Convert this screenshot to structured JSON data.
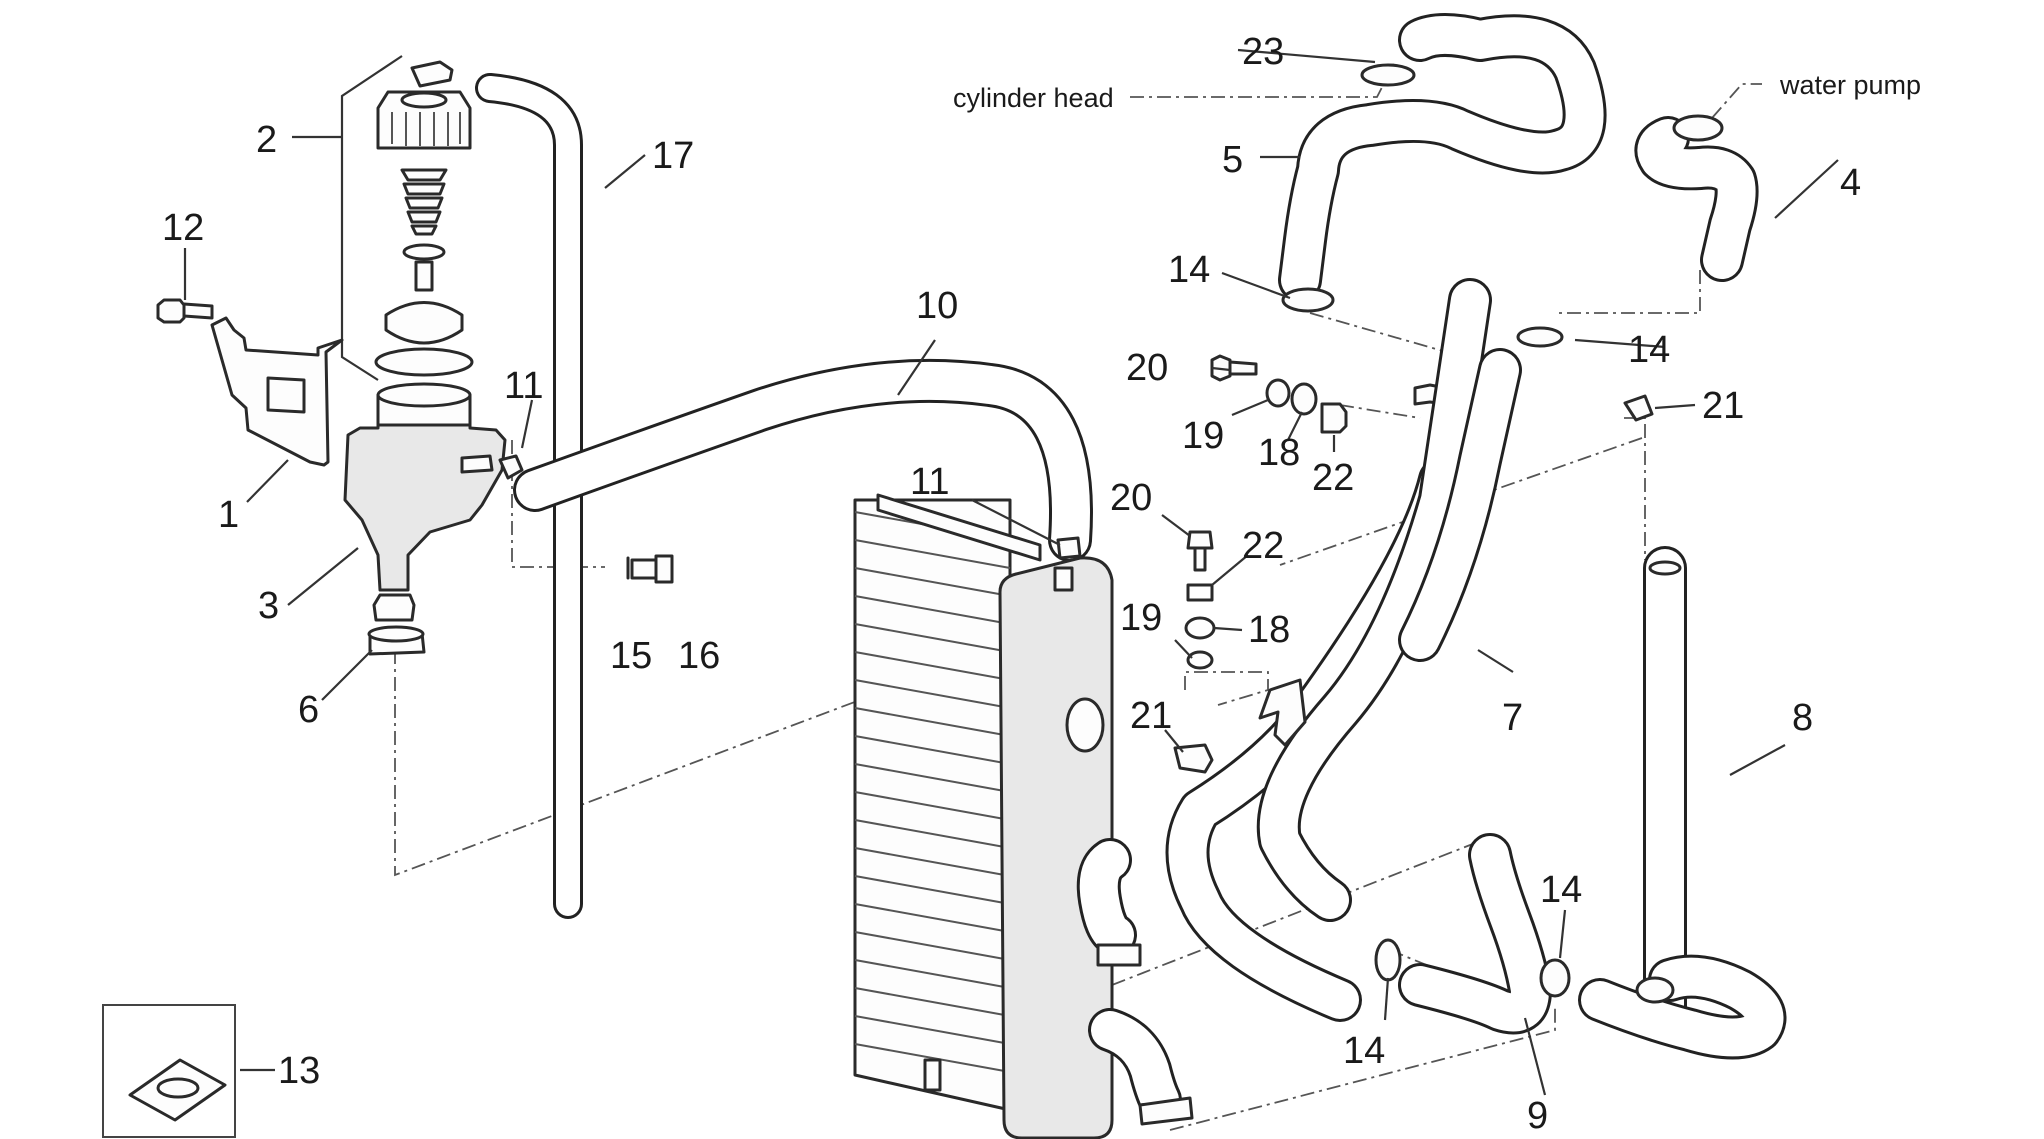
{
  "annotations": {
    "cylinder_head": "cylinder head",
    "water_pump": "water pump"
  },
  "callouts": [
    {
      "id": "c1",
      "label": "1"
    },
    {
      "id": "c2",
      "label": "2"
    },
    {
      "id": "c3",
      "label": "3"
    },
    {
      "id": "c4",
      "label": "4"
    },
    {
      "id": "c5",
      "label": "5"
    },
    {
      "id": "c6",
      "label": "6"
    },
    {
      "id": "c7",
      "label": "7"
    },
    {
      "id": "c8",
      "label": "8"
    },
    {
      "id": "c9",
      "label": "9"
    },
    {
      "id": "c10",
      "label": "10"
    },
    {
      "id": "c11a",
      "label": "11"
    },
    {
      "id": "c11b",
      "label": "11"
    },
    {
      "id": "c12",
      "label": "12"
    },
    {
      "id": "c13",
      "label": "13"
    },
    {
      "id": "c14a",
      "label": "14"
    },
    {
      "id": "c14b",
      "label": "14"
    },
    {
      "id": "c14c",
      "label": "14"
    },
    {
      "id": "c14d",
      "label": "14"
    },
    {
      "id": "c15",
      "label": "15"
    },
    {
      "id": "c16",
      "label": "16"
    },
    {
      "id": "c17",
      "label": "17"
    },
    {
      "id": "c18a",
      "label": "18"
    },
    {
      "id": "c18b",
      "label": "18"
    },
    {
      "id": "c19a",
      "label": "19"
    },
    {
      "id": "c19b",
      "label": "19"
    },
    {
      "id": "c20a",
      "label": "20"
    },
    {
      "id": "c20b",
      "label": "20"
    },
    {
      "id": "c21a",
      "label": "21"
    },
    {
      "id": "c21b",
      "label": "21"
    },
    {
      "id": "c22a",
      "label": "22"
    },
    {
      "id": "c22b",
      "label": "22"
    },
    {
      "id": "c23",
      "label": "23"
    }
  ]
}
